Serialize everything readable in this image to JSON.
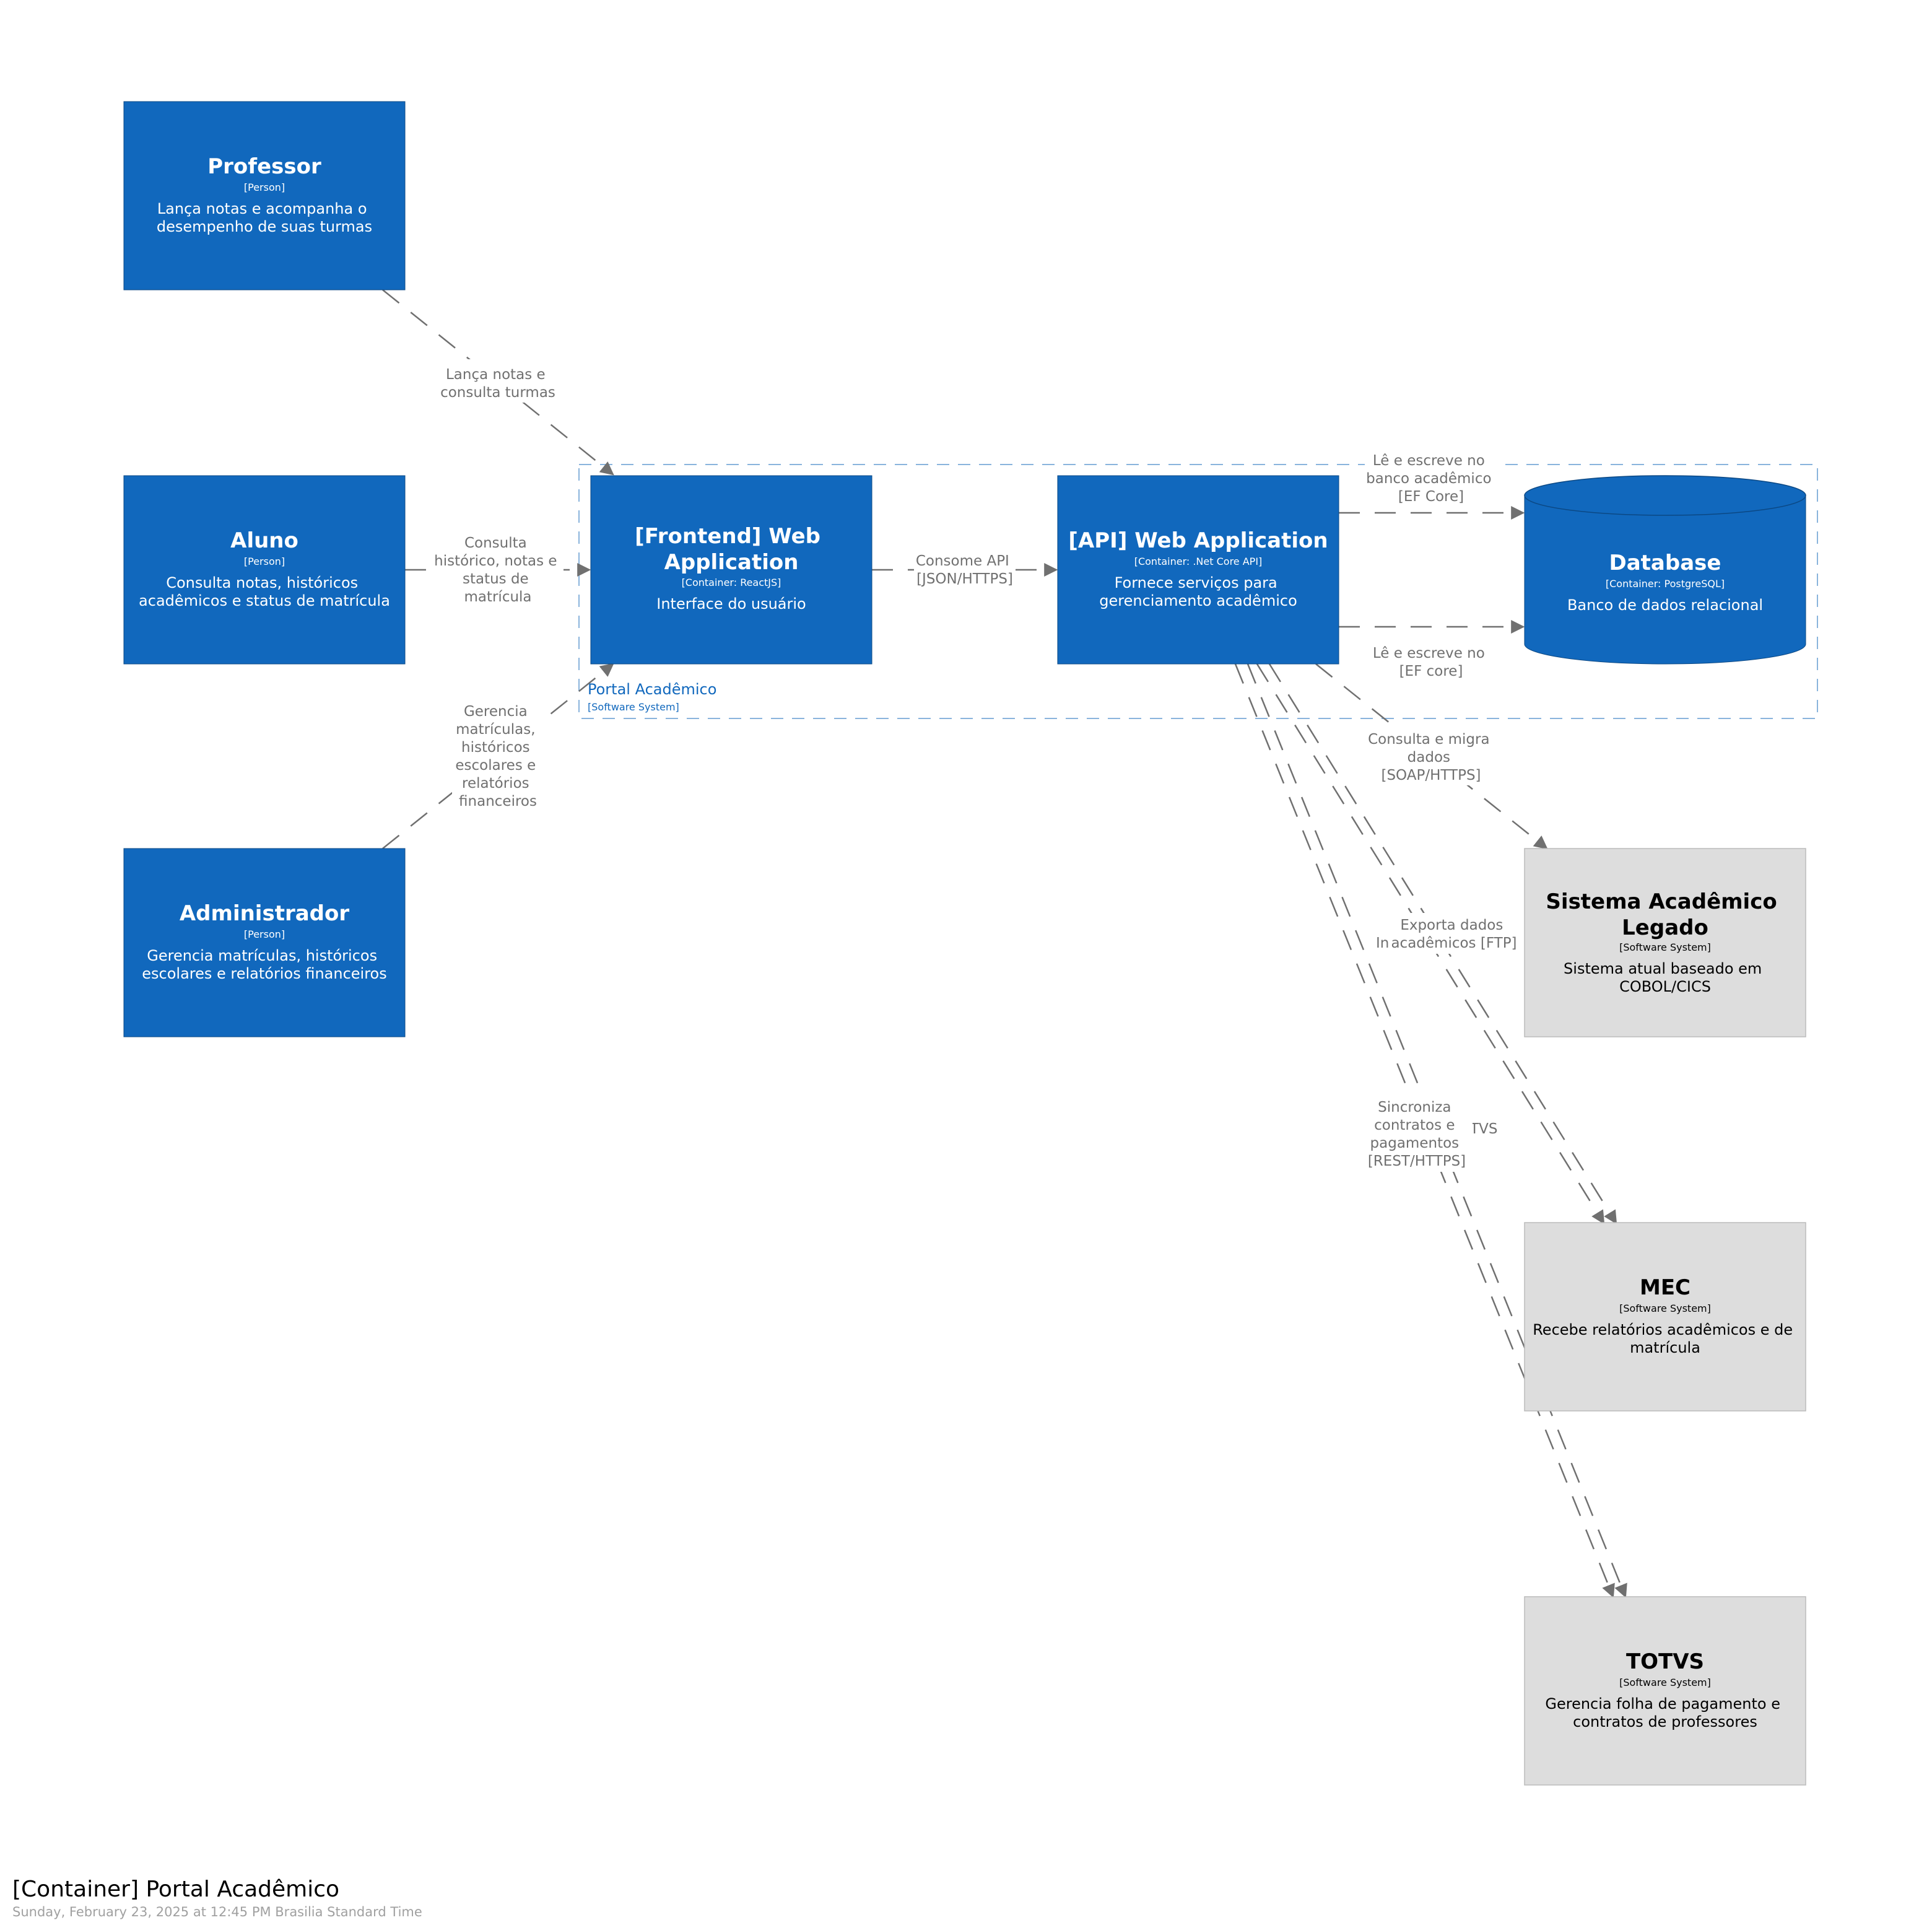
{
  "colors": {
    "person_fill": "#1168bd",
    "container_fill": "#1168bd",
    "external_fill": "#dddddd",
    "edge": "#707070",
    "boundary": "#1168bd"
  },
  "people": {
    "professor": {
      "name": "Professor",
      "kind": "[Person]",
      "desc": [
        "Lança notas e acompanha o",
        "desempenho de suas turmas"
      ]
    },
    "aluno": {
      "name": "Aluno",
      "kind": "[Person]",
      "desc": [
        "Consulta notas, históricos",
        "acadêmicos e status de matrícula"
      ]
    },
    "administrador": {
      "name": "Administrador",
      "kind": "[Person]",
      "desc": [
        "Gerencia matrículas, históricos",
        "escolares e relatórios financeiros"
      ]
    }
  },
  "boundary": {
    "name": "Portal Acadêmico",
    "kind": "[Software System]"
  },
  "containers": {
    "frontend": {
      "name": [
        "[Frontend] Web",
        "Application"
      ],
      "kind": "[Container: ReactJS]",
      "desc": [
        "Interface do usuário"
      ]
    },
    "api": {
      "name": [
        "[API] Web Application"
      ],
      "kind": "[Container: .Net Core API]",
      "desc": [
        "Fornece serviços para",
        "gerenciamento acadêmico"
      ]
    },
    "database": {
      "name": [
        "Database"
      ],
      "kind": "[Container: PostgreSQL]",
      "desc": [
        "Banco de dados relacional"
      ]
    }
  },
  "external_systems": {
    "legado": {
      "name": [
        "Sistema Acadêmico",
        "Legado"
      ],
      "kind": "[Software System]",
      "desc": [
        "Sistema atual baseado em",
        "COBOL/CICS"
      ]
    },
    "mec": {
      "name": [
        "MEC"
      ],
      "kind": "[Software System]",
      "desc": [
        "Recebe relatórios acadêmicos e de",
        "matrícula"
      ]
    },
    "totvs": {
      "name": [
        "TOTVS"
      ],
      "kind": "[Software System]",
      "desc": [
        "Gerencia folha de pagamento e",
        "contratos de professores"
      ]
    }
  },
  "relationships": {
    "professor_frontend": [
      "Lança notas e",
      "consulta turmas"
    ],
    "aluno_frontend": [
      "Consulta",
      "histórico, notas e",
      "status de",
      "matrícula"
    ],
    "admin_frontend": [
      "Gerencia",
      "matrículas,",
      "históricos",
      "escolares e",
      "relatórios",
      "financeiros"
    ],
    "frontend_api": [
      "Consome API",
      "[JSON/HTTPS]"
    ],
    "api_db_write": [
      "Lê e escreve no",
      "banco acadêmico",
      "[EF Core]"
    ],
    "api_db_read": [
      "Lê e escreve no",
      "[EF core]"
    ],
    "api_legado": [
      "Consulta e migra",
      "dados",
      "[SOAP/HTTPS]"
    ],
    "api_mec": [
      "Exporta dados",
      "acadêmicos [FTP]"
    ],
    "api_mec_partial": [
      "In"
    ],
    "api_totvs": [
      "Sincroniza",
      "contratos e",
      "pagamentos",
      "[REST/HTTPS]"
    ],
    "api_totvs_partial": [
      "OTVS"
    ]
  },
  "footer": {
    "title": "[Container] Portal Acadêmico",
    "subtitle": "Sunday, February 23, 2025 at 12:45 PM Brasilia Standard Time"
  }
}
